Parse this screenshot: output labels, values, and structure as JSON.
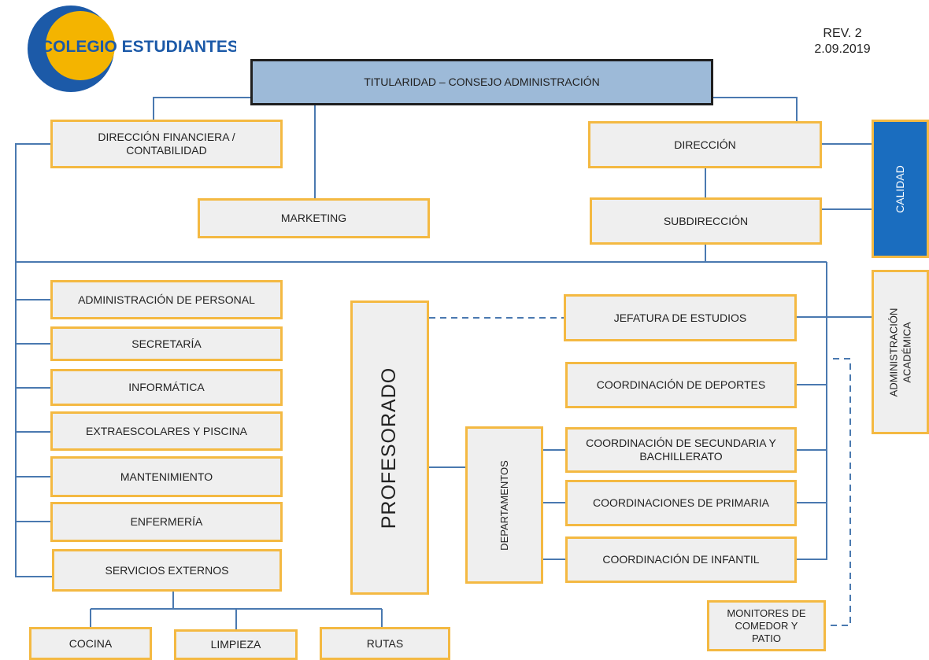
{
  "logo": {
    "text": "COLEGIO ESTUDIANTES",
    "colors": {
      "blue": "#1c5aa8",
      "yellow": "#f4b400"
    }
  },
  "rev": {
    "line1": "REV. 2",
    "line2": "2.09.2019"
  },
  "colors": {
    "box_fill": "#efefef",
    "box_border": "#f4b942",
    "top_fill": "#9dbad8",
    "calidad_fill": "#1a6dbf",
    "line": "#4a79b0"
  },
  "boxes": {
    "titularidad": "TITULARIDAD – CONSEJO ADMINISTRACIÓN",
    "dir_financiera_1": "DIRECCIÓN FINANCIERA /",
    "dir_financiera_2": "CONTABILIDAD",
    "marketing": "MARKETING",
    "direccion": "DIRECCIÓN",
    "subdireccion": "SUBDIRECCIÓN",
    "calidad": "CALIDAD",
    "admin_personal": "ADMINISTRACIÓN DE PERSONAL",
    "secretaria": "SECRETARÍA",
    "informatica": "INFORMÁTICA",
    "extraescolares": "EXTRAESCOLARES Y PISCINA",
    "mantenimiento": "MANTENIMIENTO",
    "enfermeria": "ENFERMERÍA",
    "servicios_externos": "SERVICIOS EXTERNOS",
    "cocina": "COCINA",
    "limpieza": "LIMPIEZA",
    "rutas": "RUTAS",
    "profesorado": "PROFESORADO",
    "departamentos": "DEPARTAMENTOS",
    "jefatura": "JEFATURA DE ESTUDIOS",
    "coord_deportes": "COORDINACIÓN DE DEPORTES",
    "coord_secundaria_1": "COORDINACIÓN DE SECUNDARIA Y",
    "coord_secundaria_2": "BACHILLERATO",
    "coord_primaria": "COORDINACIONES DE PRIMARIA",
    "coord_infantil": "COORDINACIÓN DE INFANTIL",
    "admin_academica_1": "ADMINISTRACIÓN",
    "admin_academica_2": "ACADÉMICA",
    "monitores_1": "MONITORES DE",
    "monitores_2": "COMEDOR Y",
    "monitores_3": "PATIO"
  }
}
